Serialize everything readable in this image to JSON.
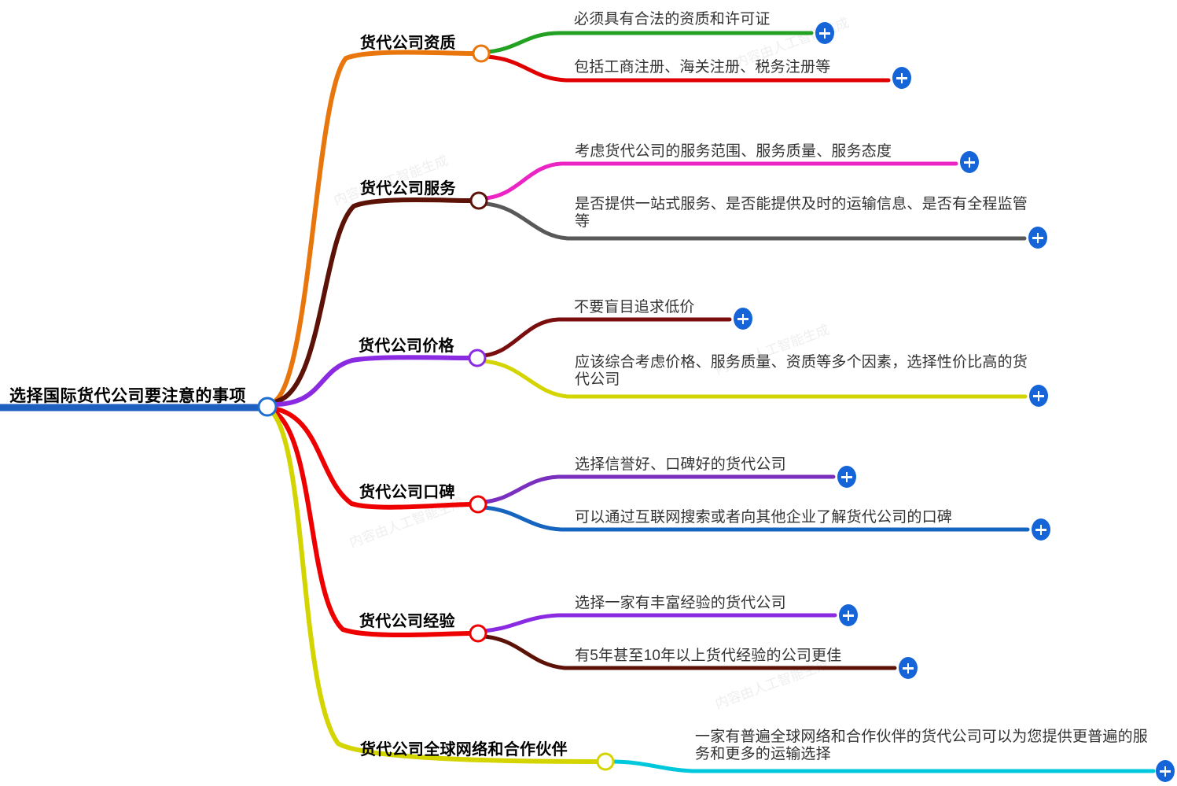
{
  "mindmap": {
    "root": {
      "label": "选择国际货代公司要注意的事项",
      "underline_color": "#1f5fbf",
      "node_ring_color": "#1f6fd0"
    },
    "branches": [
      {
        "label": "货代公司资质",
        "connector_color": "#e8760c",
        "node_ring_color": "#e8760c",
        "children": [
          {
            "label": "必须具有合法的资质和许可证",
            "color": "#22a122",
            "expand_label": "+"
          },
          {
            "label": "包括工商注册、海关注册、税务注册等",
            "color": "#e00000",
            "expand_label": "+"
          }
        ]
      },
      {
        "label": "货代公司服务",
        "connector_color": "#5c1207",
        "node_ring_color": "#5c1207",
        "children": [
          {
            "label": "考虑货代公司的服务范围、服务质量、服务态度",
            "color": "#ec24c4",
            "expand_label": "+"
          },
          {
            "label": "是否提供一站式服务、是否能提供及时的运输信息、是否有全程监管等",
            "color": "#595959",
            "expand_label": "+"
          }
        ]
      },
      {
        "label": "货代公司价格",
        "connector_color": "#8a2be2",
        "node_ring_color": "#8a2be2",
        "children": [
          {
            "label": "不要盲目追求低价",
            "color": "#7a0d0d",
            "expand_label": "+"
          },
          {
            "label": "应该综合考虑价格、服务质量、资质等多个因素，选择性价比高的货代公司",
            "color": "#d4d400",
            "expand_label": "+"
          }
        ]
      },
      {
        "label": "货代公司口碑",
        "connector_color": "#ef0000",
        "node_ring_color": "#ef0000",
        "children": [
          {
            "label": "选择信誉好、口碑好的货代公司",
            "color": "#7b2fbe",
            "expand_label": "+"
          },
          {
            "label": "可以通过互联网搜索或者向其他企业了解货代公司的口碑",
            "color": "#1565c0",
            "expand_label": "+"
          }
        ]
      },
      {
        "label": "货代公司经验",
        "connector_color": "#ef0000",
        "node_ring_color": "#ef0000",
        "children": [
          {
            "label": "选择一家有丰富经验的货代公司",
            "color": "#8a2be2",
            "expand_label": "+"
          },
          {
            "label": "有5年甚至10年以上货代经验的公司更佳",
            "color": "#5c1207",
            "expand_label": "+"
          }
        ]
      },
      {
        "label": "货代公司全球网络和合作伙伴",
        "connector_color": "#d4d400",
        "node_ring_color": "#d4d400",
        "children": [
          {
            "label": "一家有普遍全球网络和合作伙伴的货代公司可以为您提供更普遍的服务和更多的运输选择",
            "color": "#00c8dc",
            "expand_label": "+"
          }
        ]
      }
    ],
    "watermark": "内容由人工智能生成"
  }
}
